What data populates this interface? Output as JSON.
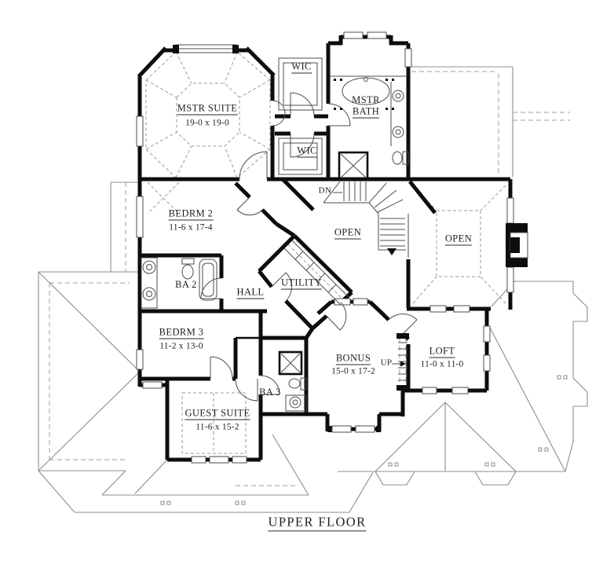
{
  "plan": {
    "title": "UPPER FLOOR",
    "annotations": {
      "down": "DN",
      "up": "UP"
    },
    "rooms": {
      "mstr_suite": {
        "name": "MSTR SUITE",
        "dims": "19-0 x 19-0"
      },
      "wic_upper": {
        "name": "WIC"
      },
      "wic_lower": {
        "name": "WIC"
      },
      "mstr_bath": {
        "name_line1": "MSTR",
        "name_line2": "BATH"
      },
      "bedrm2": {
        "name": "BEDRM 2",
        "dims": "11-6 x 17-4"
      },
      "open_center": {
        "name": "OPEN"
      },
      "open_right": {
        "name": "OPEN"
      },
      "ba2": {
        "name": "BA 2"
      },
      "hall": {
        "name": "HALL"
      },
      "utility": {
        "name": "UTILITY"
      },
      "bedrm3": {
        "name": "BEDRM 3",
        "dims": "11-2 x 13-0"
      },
      "bonus": {
        "name": "BONUS",
        "dims": "15-0 x 17-2"
      },
      "loft": {
        "name": "LOFT",
        "dims": "11-0 x 11-0"
      },
      "ba3": {
        "name": "BA 3"
      },
      "guest_suite": {
        "name": "GUEST SUITE",
        "dims": "11-6 x 15-2"
      }
    },
    "colors": {
      "wall": "#0d0d0d",
      "thin_line": "#4d4d4d",
      "roof_line": "#8c8c8c",
      "dash_line": "#9e9e9e",
      "text": "#1f1f1f",
      "background": "#ffffff"
    }
  }
}
